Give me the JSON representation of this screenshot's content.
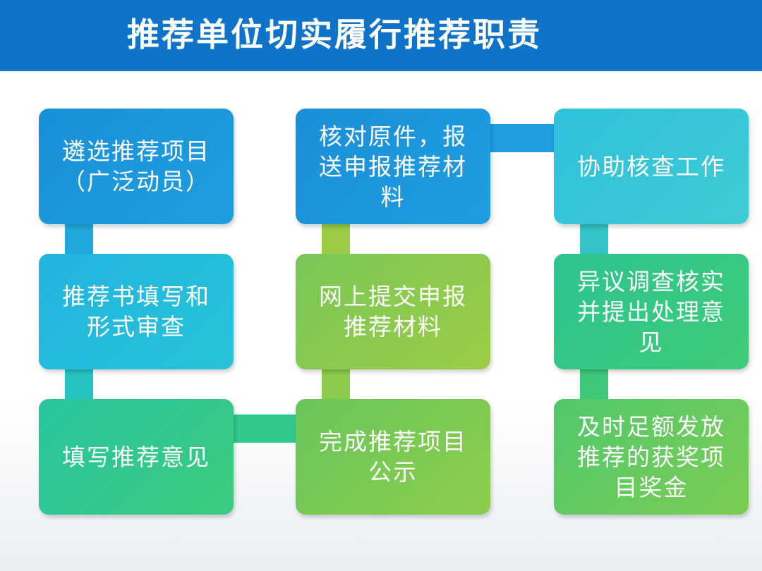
{
  "header": {
    "title": "推荐单位切实履行推荐职责"
  },
  "colors": {
    "header_bg": "#0f74c9",
    "blue": "#1a8fd9",
    "cyan": "#27c3da",
    "green": "#3ccb7c",
    "lime": "#9ccc45"
  },
  "columns": [
    {
      "boxes": [
        {
          "text": "遴选推荐项目（广泛动员）"
        },
        {
          "text": "推荐书填写和形式审查"
        },
        {
          "text": "填写推荐意见"
        }
      ]
    },
    {
      "boxes": [
        {
          "text": "核对原件，报送申报推荐材料"
        },
        {
          "text": "网上提交申报推荐材料"
        },
        {
          "text": "完成推荐项目公示"
        }
      ]
    },
    {
      "boxes": [
        {
          "text": "协助核查工作"
        },
        {
          "text": "异议调查核实并提出处理意见"
        },
        {
          "text": "及时足额发放推荐的获奖项目奖金"
        }
      ]
    }
  ]
}
